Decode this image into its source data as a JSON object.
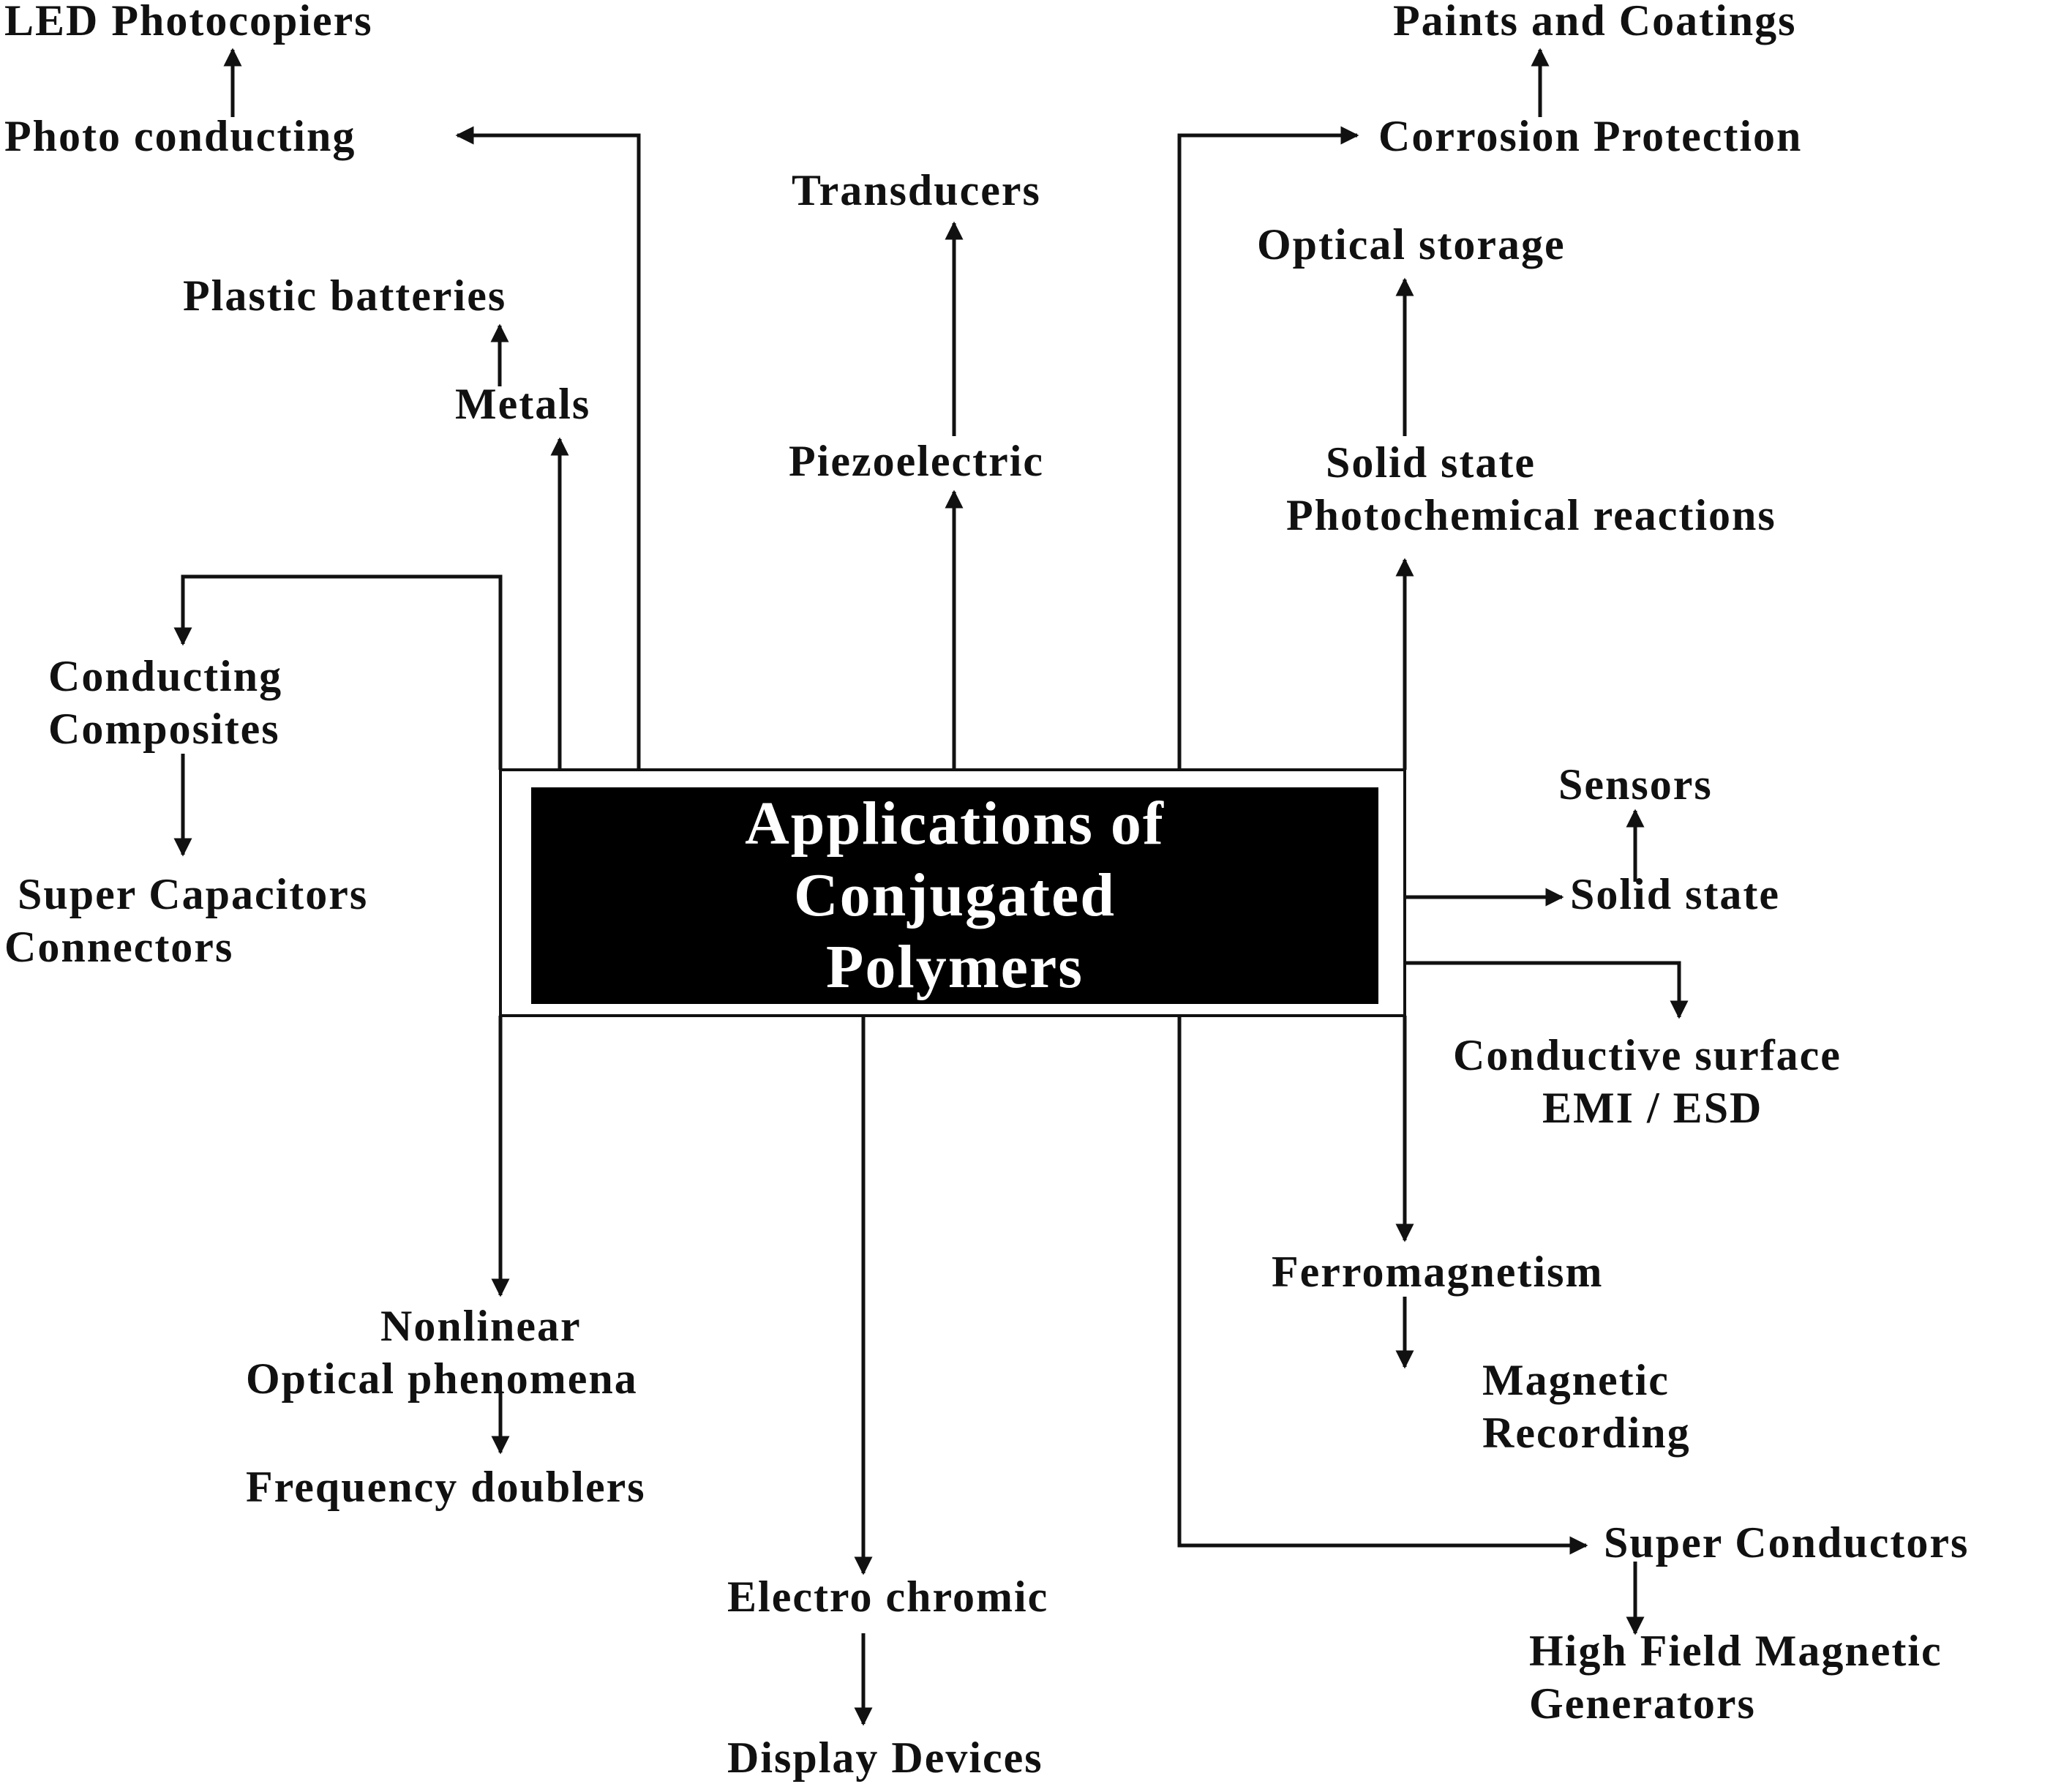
{
  "center": {
    "line1": "Applications of",
    "line2": "Conjugated",
    "line3": "Polymers"
  },
  "labels": {
    "led_photocopiers": "LED Photocopiers",
    "photo_conducting": "Photo conducting",
    "plastic_batteries": "Plastic batteries",
    "metals": "Metals",
    "conducting": "Conducting",
    "composites": "Composites",
    "super_capacitors": "Super Capacitors",
    "connectors": "Connectors",
    "nonlinear": "Nonlinear",
    "optical_phenomena": "Optical phenomena",
    "frequency_doublers": "Frequency doublers",
    "electro_chromic": "Electro chromic",
    "display_devices": "Display Devices",
    "transducers": "Transducers",
    "piezoelectric": "Piezoelectric",
    "paints_and_coatings": "Paints and Coatings",
    "corrosion_protection": "Corrosion Protection",
    "optical_storage": "Optical storage",
    "solid_state_top": "Solid state",
    "photochemical_reactions": "Photochemical reactions",
    "sensors": "Sensors",
    "solid_state_right": "Solid state",
    "conductive_surface": "Conductive surface",
    "emi_esd": "EMI / ESD",
    "ferromagnetism": "Ferromagnetism",
    "magnetic": "Magnetic",
    "recording": "Recording",
    "super_conductors": "Super Conductors",
    "high_field_magnetic": "High Field Magnetic",
    "generators": "Generators"
  },
  "colors": {
    "ink": "#111111",
    "box_fill": "#000000",
    "box_text": "#ffffff",
    "background": "#ffffff"
  }
}
